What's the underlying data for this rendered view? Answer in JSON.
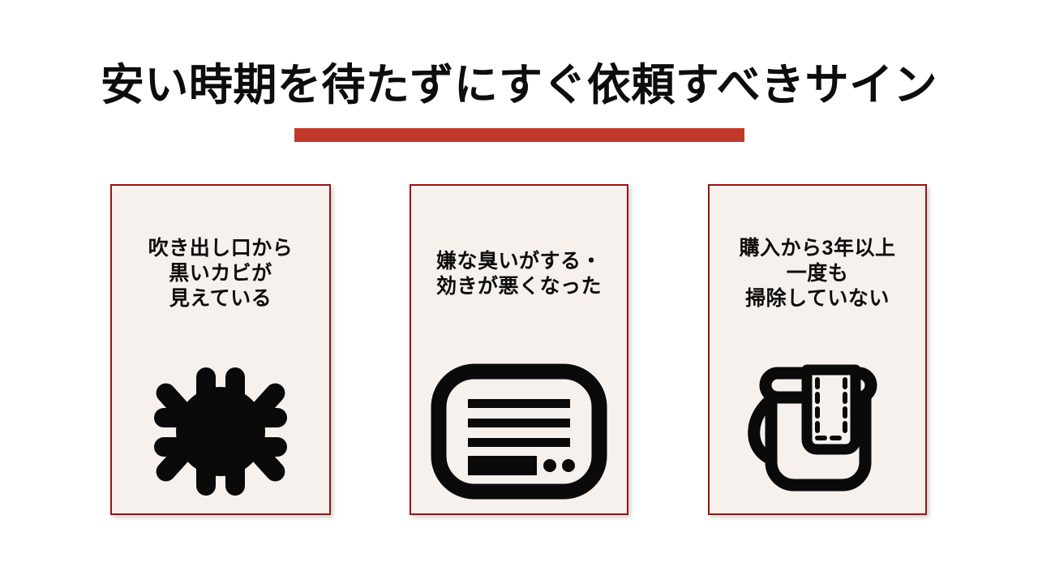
{
  "slide": {
    "background_color": "#FFFFFF",
    "title": "安い時期を待たずにすぐ依頼すべきサイン",
    "accent_color": "#C0392B",
    "card_border_color": "#9E1111",
    "card_background_color": "#F6F1EC",
    "text_color": "#0D0D0D"
  },
  "cards": [
    {
      "id": "card-mold",
      "text": "吹き出し口から\n黒いカビが\n見えている",
      "icon": "mold-splat-icon"
    },
    {
      "id": "card-odor",
      "text": "嫌な臭いがする・\n効きが悪くなった",
      "icon": "air-conditioner-icon"
    },
    {
      "id": "card-never-cleaned",
      "text": "購入から3年以上\n一度も\n掃除していない",
      "icon": "cleaning-bucket-icon"
    }
  ]
}
